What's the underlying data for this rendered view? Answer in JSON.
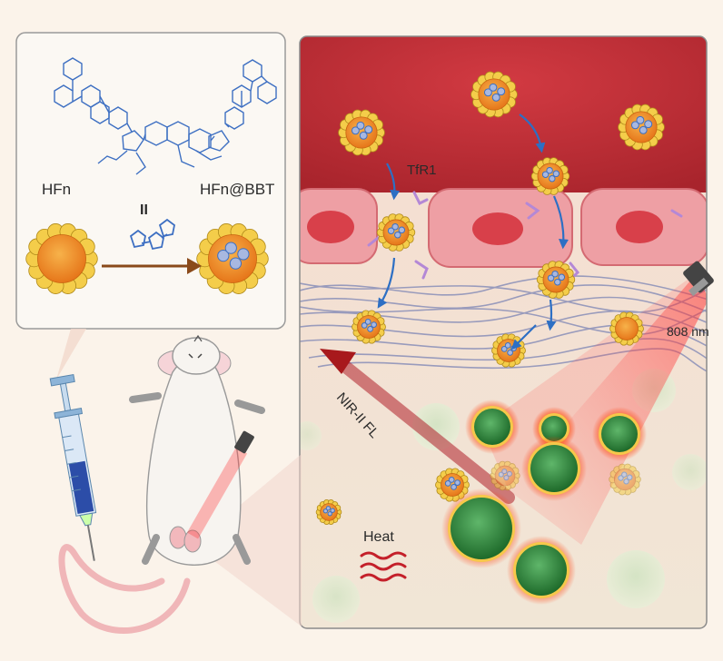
{
  "labels": {
    "hfn": "HFn",
    "hfn_bbt": "HFn@BBT",
    "ii": "II",
    "tfr1": "TfR1",
    "laser": "808 nm",
    "nir": "NIR-II FL",
    "heat": "Heat"
  },
  "colors": {
    "vessel": "#c8323a",
    "endothelial": "#ee9fa4",
    "nucleus": "#d8404a",
    "particle_core": "#f08a24",
    "particle_shell": "#f4cd4a",
    "fiber": "#8a8fb8",
    "tumor_cell": "#2b8a3a",
    "glow": "#ff5a1e",
    "nir_arrow": "#a8191c",
    "molecule": "#4a7fd0"
  }
}
